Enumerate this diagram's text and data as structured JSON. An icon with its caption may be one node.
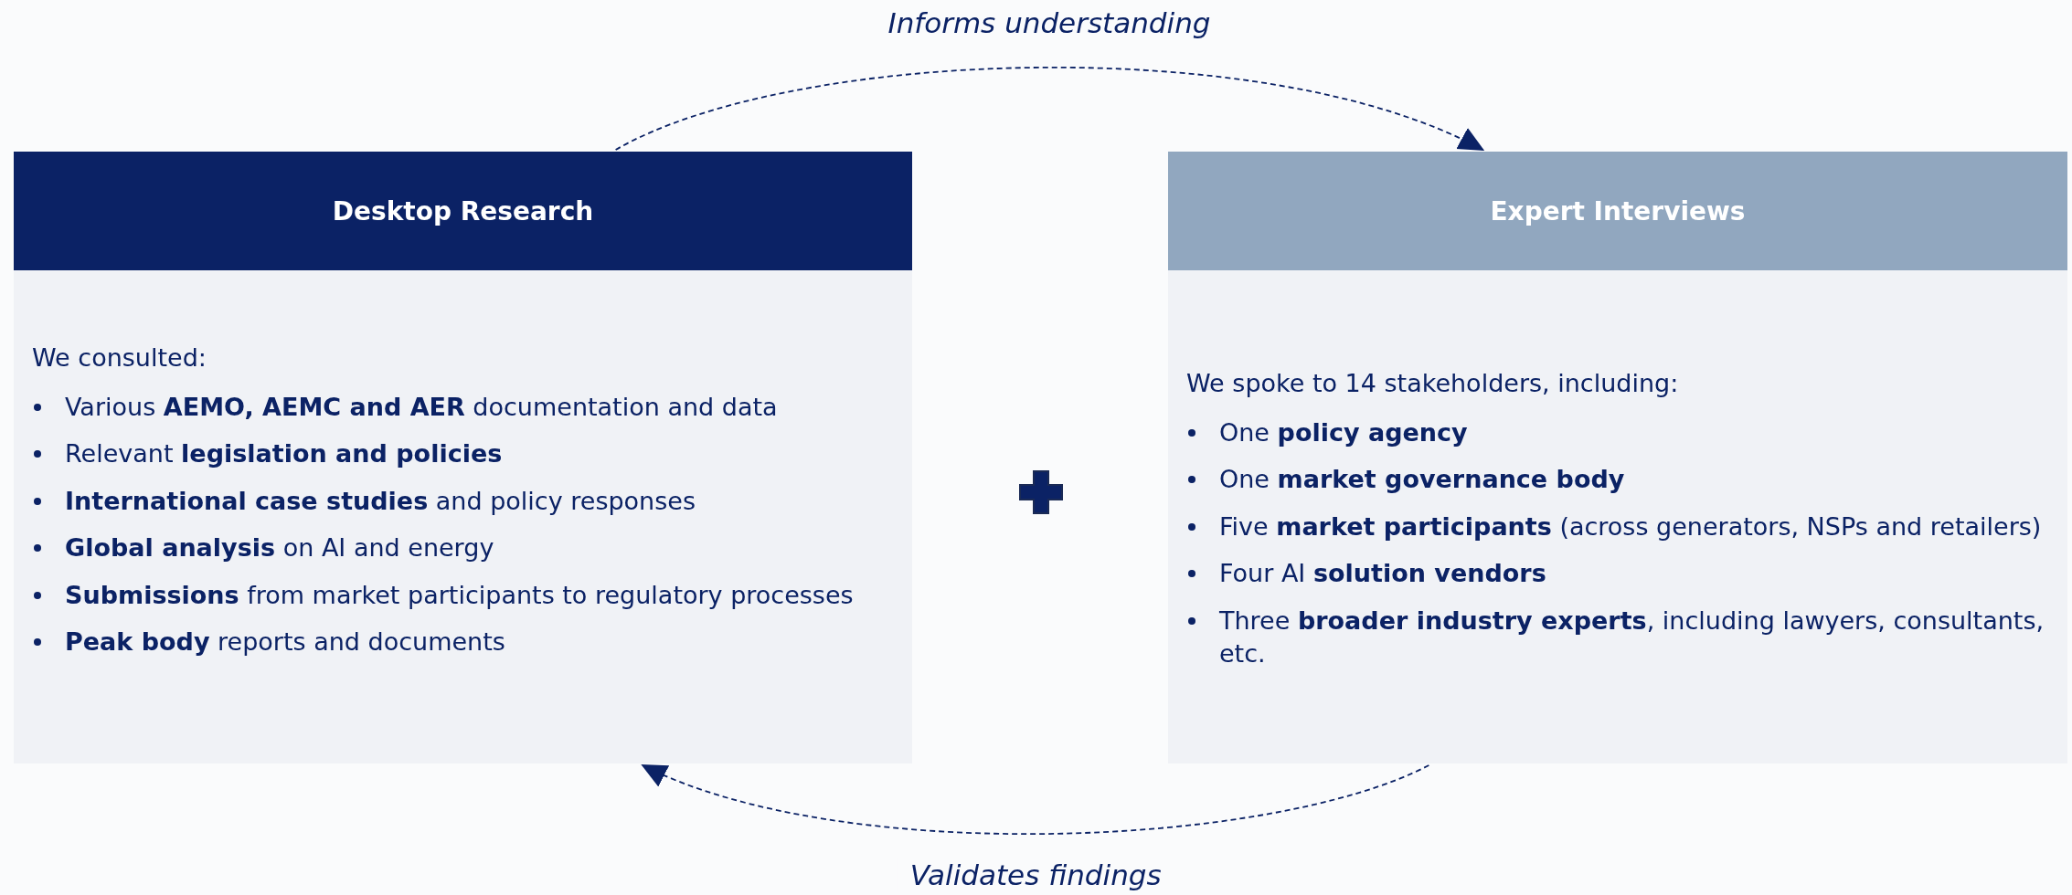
{
  "diagram": {
    "nodes": [
      {
        "text": [
          "Desktop Research",
          "We consulted:",
          "Various **AEMO, AEMC and AER** documentation and data",
          "Relevant **legislation and policies**",
          "**International case studies** and policy responses",
          "**Global analysis** on AI and energy",
          "**Submissions** from market participants to regulatory processes",
          "**Peak body** reports and documents"
        ]
      },
      {
        "text": [
          "Expert Interviews",
          "We spoke to 14 stakeholders, including:",
          "One **policy agency**",
          "One **market governance body**",
          "Five **market participants** (across generators, NSPs and retailers)",
          "Four AI **solution vendors**",
          "Three **broader industry experts**, including lawyers, consultants, etc."
        ]
      }
    ],
    "edges": [
      {
        "from": 0,
        "to": 1,
        "arrow": "to",
        "label": "Informs understanding",
        "style": "dashed"
      },
      {
        "from": 1,
        "to": 0,
        "arrow": "to",
        "label": "Validates findings",
        "style": "dashed"
      }
    ]
  }
}
